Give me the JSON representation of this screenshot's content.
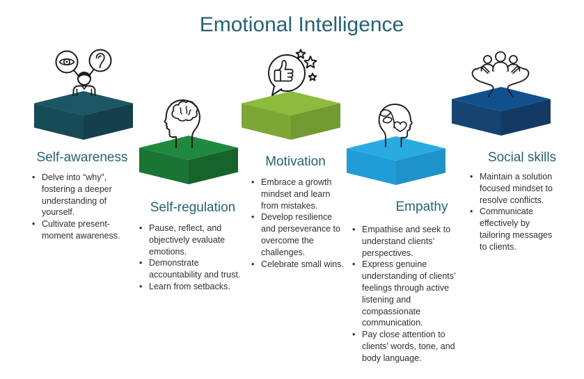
{
  "title": "Emotional Intelligence",
  "colors": {
    "background": "#ffffff",
    "title": "#266271",
    "heading": "#266271",
    "body_text": "#2f2f2f",
    "icon_stroke": "#1c1c1c"
  },
  "pillars": [
    {
      "heading": "Self-awareness",
      "icon": "eye-ear-observation-icon",
      "cube": {
        "top": "#1B5665",
        "left": "#174B58",
        "right": "#13404C"
      },
      "bullets": [
        "Delve into “why”, fostering a deeper understanding of yourself.",
        "Cultivate present-moment awareness."
      ]
    },
    {
      "heading": "Self-regulation",
      "icon": "brain-in-head-icon",
      "cube": {
        "top": "#1F8A3E",
        "left": "#1A7534",
        "right": "#16632C"
      },
      "bullets": [
        "Pause, reflect, and objectively evaluate emotions.",
        "Demonstrate accountability and trust.",
        "Learn from setbacks."
      ]
    },
    {
      "heading": "Motivation",
      "icon": "thumbs-up-stars-icon",
      "cube": {
        "top": "#8CBB3D",
        "left": "#7DA636",
        "right": "#739A31"
      },
      "bullets": [
        "Embrace a growth mindset and learn from mistakes.",
        "Develop resilience and perseverance to overcome the challenges.",
        "Celebrate small wins."
      ]
    },
    {
      "heading": "Empathy",
      "icon": "mind-heart-leaves-icon",
      "cube": {
        "top": "#29ABE2",
        "left": "#209DD6",
        "right": "#1D93CA"
      },
      "bullets": [
        "Empathise and seek to understand clients’ perspectives.",
        "Express genuine understanding of clients’ feelings through active listening and compassionate communication.",
        "Pay close attention to clients’ words, tone, and body language."
      ]
    },
    {
      "heading": "Social skills",
      "icon": "hands-holding-people-icon",
      "cube": {
        "top": "#11508F",
        "left": "#174372",
        "right": "#123A65"
      },
      "bullets": [
        "Maintain a solution focused mindset to resolve conflicts.",
        "Communicate effectively by tailoring messages to clients."
      ]
    }
  ]
}
